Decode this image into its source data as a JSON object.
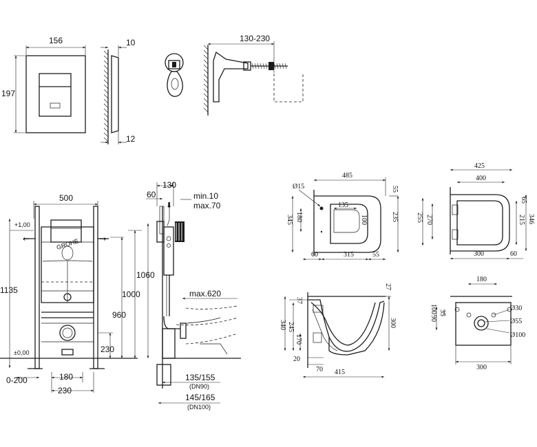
{
  "brand_logo": "GROHE",
  "plate": {
    "width": "156",
    "height": "197",
    "depth_top": "10",
    "depth_bottom": "12",
    "range": "130-230"
  },
  "frame": {
    "width": "500",
    "depth": "130",
    "d60": "60",
    "min10": "min.10",
    "max70": "max.70",
    "plus100": "+1,00",
    "pm000": "±0,00",
    "height": "1135",
    "h1060": "1060",
    "h1000": "1000",
    "h960": "960",
    "max620": "max.620",
    "h230": "230",
    "d0200": "0-200",
    "d180": "180",
    "d230b": "230",
    "d135_155": "135/155",
    "dn90": "(DN90)",
    "d145_165": "145/165",
    "dn100": "(DN100)"
  },
  "bowl_top": {
    "len485": "485",
    "d55a": "55",
    "d15": "Ø15",
    "d135": "135",
    "d100": "100",
    "d345": "345",
    "d180": "180",
    "d235": "235",
    "d60": "60",
    "d315": "315",
    "d55b": "55"
  },
  "seat_top": {
    "w425": "425",
    "w400": "400",
    "d65": "65",
    "d255": "255",
    "d270": "270",
    "d215": "215",
    "d346": "346",
    "d300": "300",
    "d60": "60"
  },
  "bowl_side": {
    "d27": "27",
    "d37": "37",
    "d340": "340",
    "d245": "245",
    "d170": "170",
    "d300": "300",
    "d20": "20",
    "d70": "70",
    "d415": "415"
  },
  "bowl_rear": {
    "d180": "180",
    "d90": "90",
    "d100": "100",
    "d35": "35",
    "d30": "Ø30",
    "d55": "Ø55",
    "d100b": "Ø100",
    "d300": "300"
  }
}
